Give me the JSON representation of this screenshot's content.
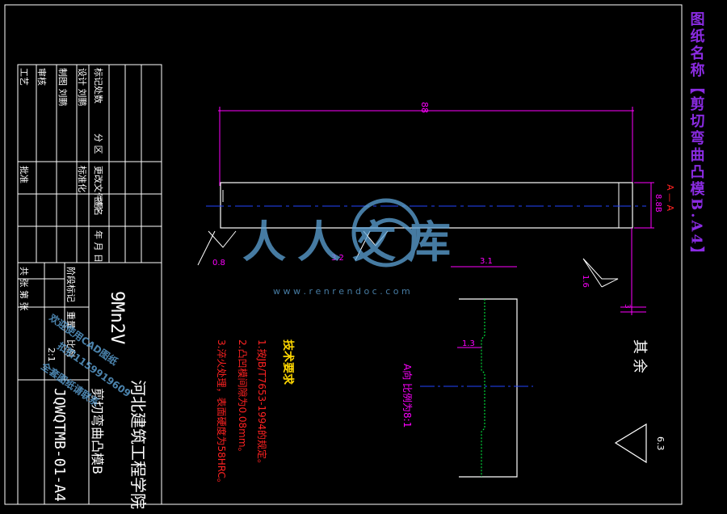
{
  "drawing": {
    "frame_title": "图纸名称【剪切弯曲凸模B.A4】",
    "main_dimension": "88",
    "height_dimension": "8.8B",
    "section_label": "A — A",
    "roughness": {
      "left": "0.8",
      "middle": "3.2",
      "right_top": "1.6",
      "bottom_right": "6.3"
    },
    "dim_small_right": "3.1",
    "dim_bottom_right": "3",
    "detail_dim": "1.3",
    "detail_label": "A向 比例为8:1",
    "rest_label": "其 余"
  },
  "notes": {
    "heading": "技术要求",
    "items": [
      "1.按JB/T7653-1994的规定。",
      "2.凸凹模间隙为0.08mm。",
      "3.淬火处理，表面硬度为58HRC。"
    ]
  },
  "title_block": {
    "material": "9Mn2V",
    "part_name": "剪切弯曲凸模B",
    "drawing_no": "JQWQTMB-01-A4",
    "school": "河北建筑工程学院",
    "scale": "2:1",
    "stage_mark": "阶段标记",
    "weight": "重量",
    "scale_label": "比例",
    "sheet_total": "共 张 第 张",
    "rows": [
      "标记处数",
      "分 区",
      "更改文件号",
      "签名",
      "年 月 日"
    ],
    "design": "设计 刘鹏",
    "drafting": "制图 刘鹏",
    "standard": "标准化",
    "approve": "批准",
    "process": "工艺",
    "check": "审核"
  },
  "watermark": {
    "brand": "人人文库",
    "url": "w w w . r e n r e n d o c . c o m",
    "stamp_lines": [
      "欢迎使用CAD图纸",
      "扣扣1159919609",
      "全套图纸请联系"
    ]
  },
  "colors": {
    "frame": "#ffffff",
    "dimension": "#ff00ff",
    "center": "#2244ff",
    "note": "#ff2222",
    "heading": "#ffd700",
    "title": "#8a2be2",
    "wm": "#5ea4d8",
    "green": "#00ff44"
  }
}
